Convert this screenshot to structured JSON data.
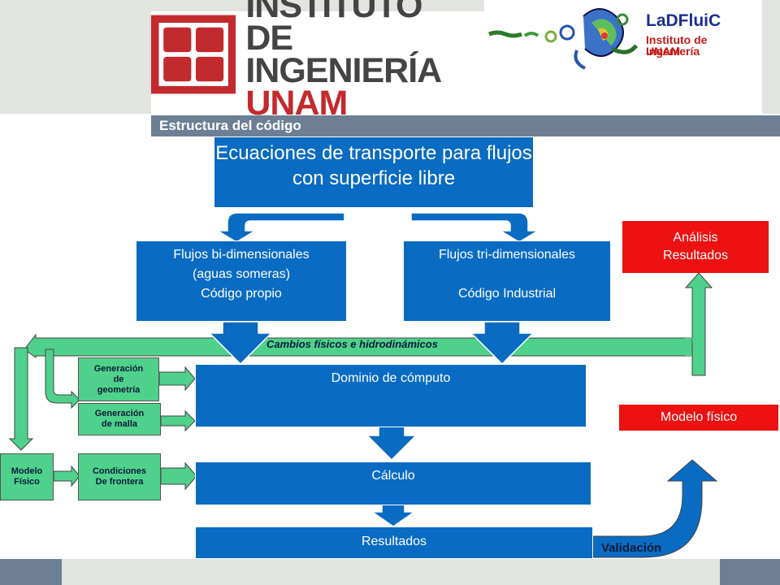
{
  "header": {
    "institute_logo": {
      "line1": "INSTITUTO",
      "line2": "DE INGENIERÍA",
      "line3": "UNAM"
    },
    "lab_logo": {
      "title": "LaDFluiC",
      "line1": "Instituto de Ingeniería",
      "line2": "UNAM"
    },
    "section_title": "Estructura del código"
  },
  "diagram": {
    "top_box": "Ecuaciones de transporte para flujos con superficie libre",
    "flujos_2d": {
      "line1": "Flujos bi-dimensionales",
      "line2": "(aguas someras)",
      "line3": "Código propio"
    },
    "flujos_3d": {
      "line1": "Flujos tri-dimensionales",
      "line2": "",
      "line3": "Código Industrial"
    },
    "analisis": {
      "line1": "Análisis",
      "line2": "Resultados"
    },
    "cambios_label": "Cambios físicos e hidrodinámicos",
    "gen_geometria": {
      "line1": "Generación",
      "line2": "de",
      "line3": "geometría"
    },
    "gen_malla": {
      "line1": "Generación",
      "line2": "de malla"
    },
    "dominio": "Dominio de cómputo",
    "modelo_fisico_red": "Modelo físico",
    "modelo_fisico_green": {
      "line1": "Modelo",
      "line2": "Físico"
    },
    "condiciones": {
      "line1": "Condiciones",
      "line2": "De frontera"
    },
    "calculo": "Cálculo",
    "resultados": "Resultados",
    "validacion": "Validación"
  },
  "colors": {
    "blue_box": "#0a6bc2",
    "red_box": "#ee1111",
    "green_box": "#4fd18c",
    "header_bar": "#6d7f95",
    "logo_red": "#c32a2e"
  }
}
